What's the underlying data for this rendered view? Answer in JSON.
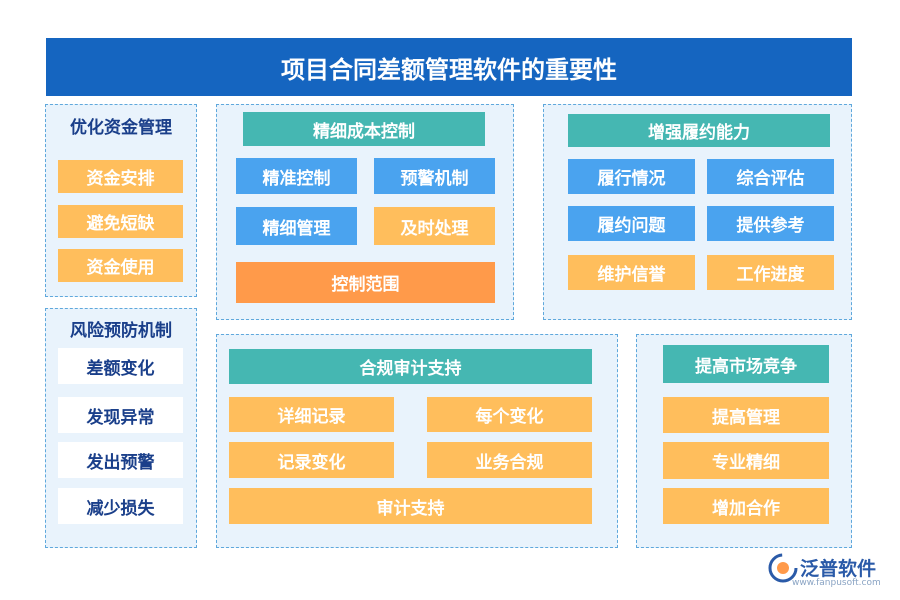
{
  "title": "项目合同差额管理软件的重要性",
  "funds": {
    "title": "优化资金管理",
    "items": [
      "资金安排",
      "避免短缺",
      "资金使用"
    ]
  },
  "risk": {
    "title": "风险预防机制",
    "items": [
      "差额变化",
      "发现异常",
      "发出预警",
      "减少损失"
    ]
  },
  "cost": {
    "title": "精细成本控制",
    "items": [
      "精准控制",
      "预警机制",
      "精细管理",
      "及时处理"
    ],
    "wide": "控制范围"
  },
  "perform": {
    "title": "增强履约能力",
    "items": [
      "履行情况",
      "综合评估",
      "履约问题",
      "提供参考",
      "维护信誉",
      "工作进度"
    ]
  },
  "audit": {
    "title": "合规审计支持",
    "items": [
      "详细记录",
      "每个变化",
      "记录变化",
      "业务合规"
    ],
    "wide": "审计支持"
  },
  "market": {
    "title": "提高市场竞争",
    "items": [
      "提高管理",
      "专业精细",
      "增加合作"
    ]
  },
  "brand": {
    "name": "泛普软件",
    "url": "www.fanpusoft.com"
  },
  "colors": {
    "title_bg": "#1565c0",
    "panel_bg": "#e9f3fc",
    "teal": "#45b7b2",
    "blue": "#4aa3ef",
    "peach": "#ffbe5c",
    "orange": "#ff9a4a",
    "dark_text": "#1a3f8a"
  }
}
